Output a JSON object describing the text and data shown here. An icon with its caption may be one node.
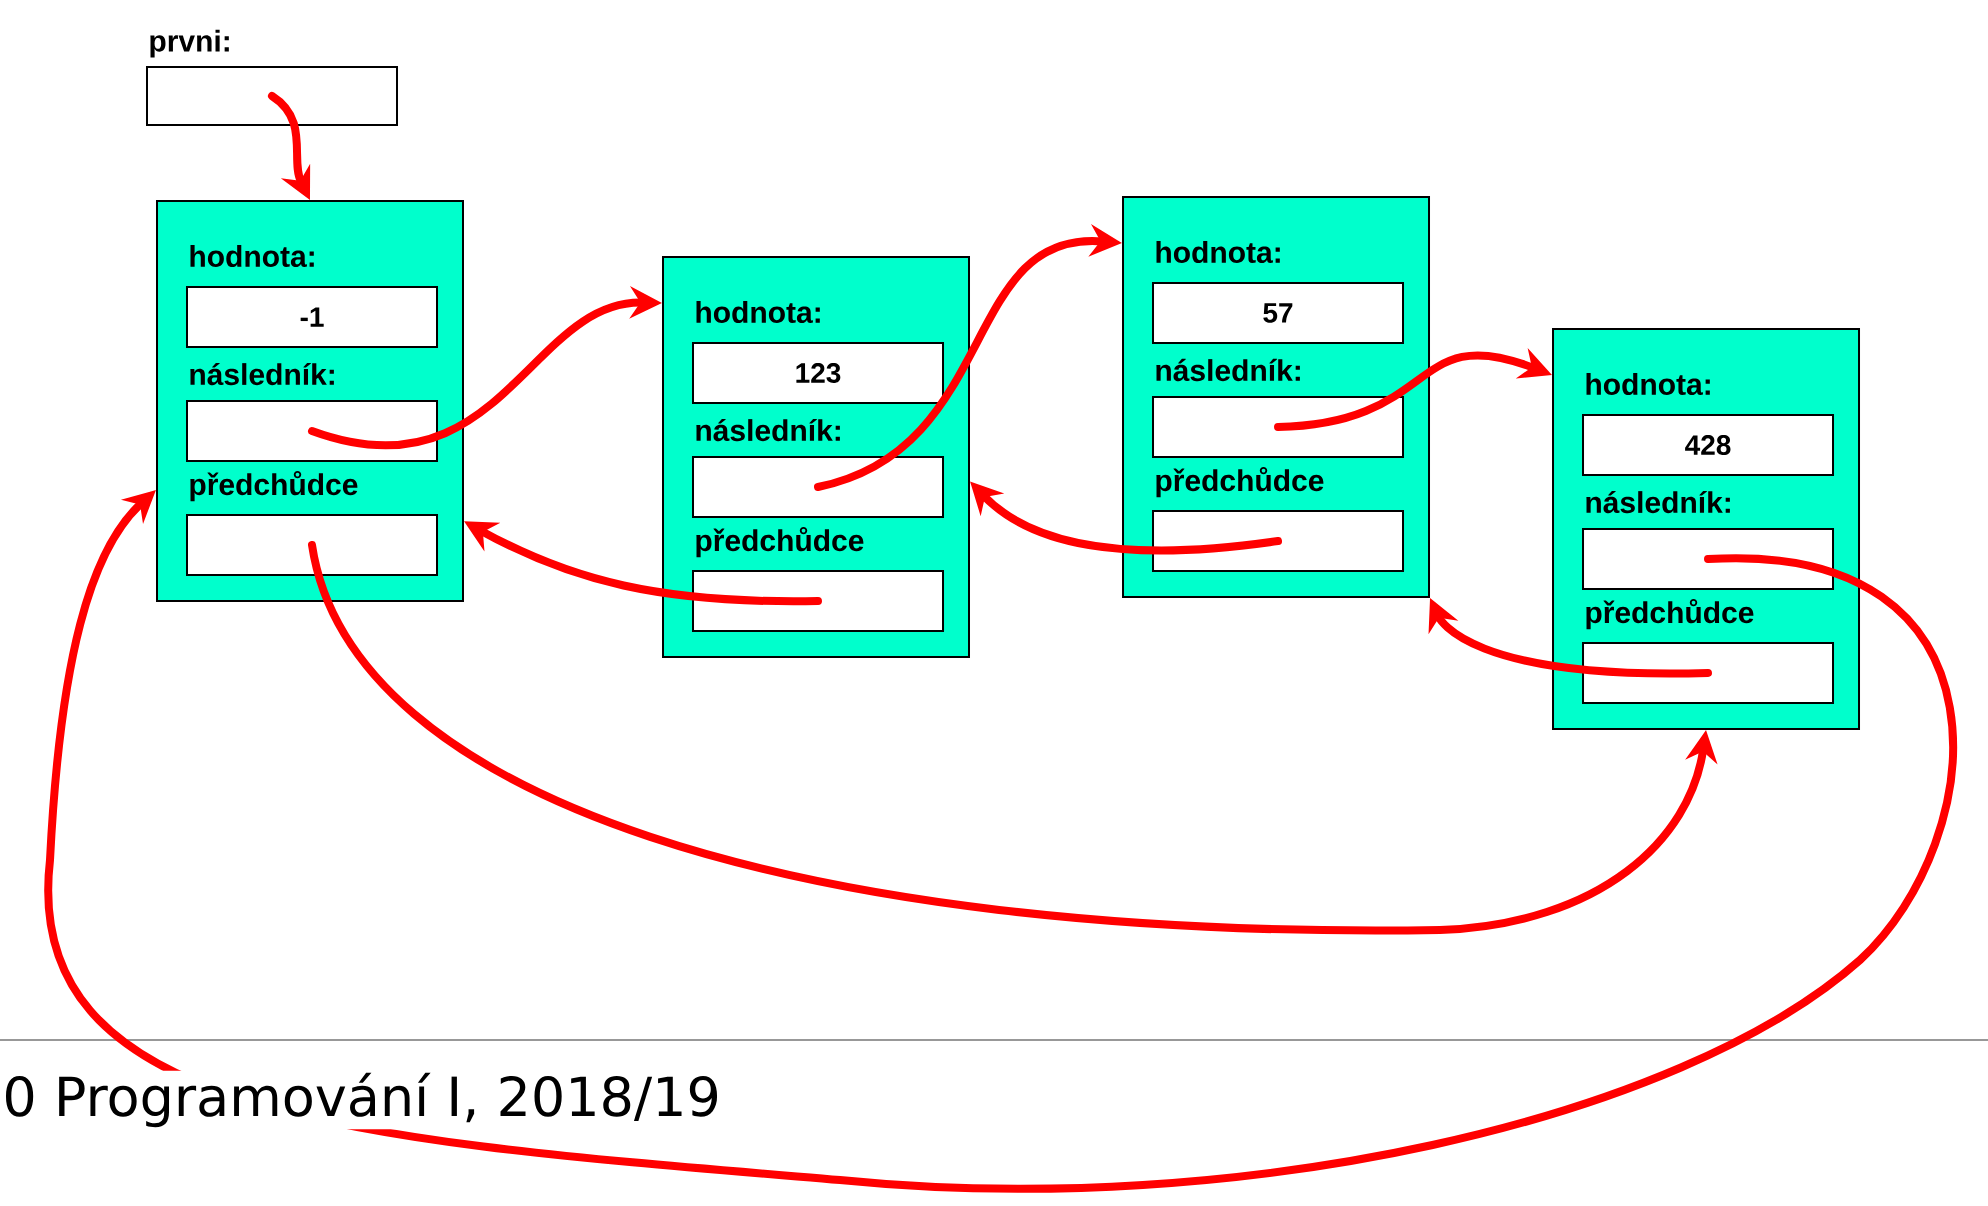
{
  "diagram": {
    "nodes": [
      {
        "text": [
          "prvni:"
        ]
      },
      {
        "text": [
          "hodnota:",
          "následník:",
          "předchůdce"
        ]
      },
      {
        "text": [
          "-1"
        ],
        "in": 1
      },
      {
        "text": [],
        "shape": "box",
        "in": 1
      },
      {
        "text": [],
        "shape": "box",
        "in": 1
      },
      {
        "text": [
          "hodnota:",
          "následník:",
          "předchůdce"
        ]
      },
      {
        "text": [
          "123"
        ],
        "in": 5
      },
      {
        "text": [],
        "shape": "box",
        "in": 5
      },
      {
        "text": [],
        "shape": "box",
        "in": 5
      },
      {
        "text": [
          "hodnota:",
          "následník:",
          "předchůdce"
        ]
      },
      {
        "text": [
          "57"
        ],
        "in": 9
      },
      {
        "text": [],
        "shape": "box",
        "in": 9
      },
      {
        "text": [],
        "shape": "box",
        "in": 9
      },
      {
        "text": [
          "hodnota:",
          "následník:",
          "předchůdce"
        ]
      },
      {
        "text": [
          "428"
        ],
        "in": 13
      },
      {
        "text": [],
        "shape": "box",
        "in": 13
      },
      {
        "text": [],
        "shape": "box",
        "in": 13
      }
    ],
    "edges": [
      {
        "from": 0,
        "to": 1,
        "arrow": "to"
      },
      {
        "from": 3,
        "to": 5,
        "arrow": "to"
      },
      {
        "from": 7,
        "to": 9,
        "arrow": "to"
      },
      {
        "from": 11,
        "to": 13,
        "arrow": "to"
      },
      {
        "from": 15,
        "to": 1,
        "arrow": "to"
      },
      {
        "from": 4,
        "to": 13,
        "arrow": "to"
      },
      {
        "from": 8,
        "to": 1,
        "arrow": "to"
      },
      {
        "from": 12,
        "to": 5,
        "arrow": "to"
      },
      {
        "from": 16,
        "to": 9,
        "arrow": "to"
      }
    ],
    "labels": [
      "0 Programování I, 2018/19"
    ]
  }
}
